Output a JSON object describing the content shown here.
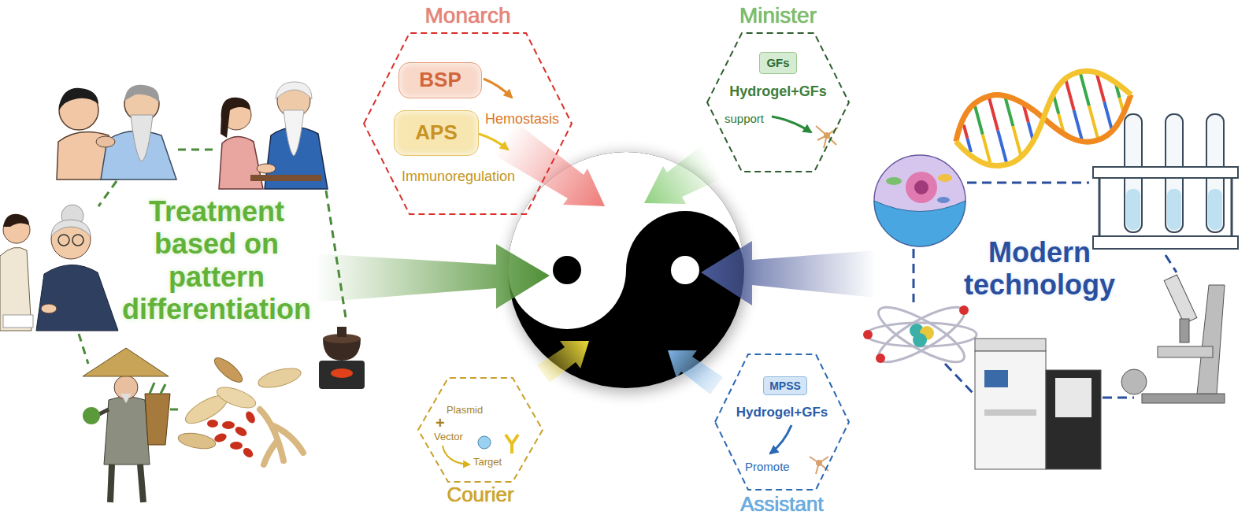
{
  "diagram": {
    "nodes": [
      {
        "text": [
          "Monarch",
          "Hemostasis",
          "Immunoregulation"
        ]
      },
      {
        "text": [
          "BSP"
        ],
        "in": 0
      },
      {
        "text": [
          "APS"
        ],
        "in": 0
      },
      {
        "text": [
          "Minister",
          "Hydrogel+GFs",
          "support"
        ]
      },
      {
        "text": [
          "GFs"
        ],
        "in": 3
      },
      {
        "text": [
          "Treatment based on pattern differentiation"
        ]
      },
      {
        "text": [
          "Modern technology"
        ]
      },
      {
        "text": [
          "Courier",
          "Plasmid",
          "+",
          "Vector",
          "Target"
        ]
      },
      {
        "text": [
          "Assistant",
          "Hydrogel+GFs",
          "Promote"
        ]
      },
      {
        "text": [
          "MPSS"
        ],
        "in": 8
      }
    ]
  }
}
